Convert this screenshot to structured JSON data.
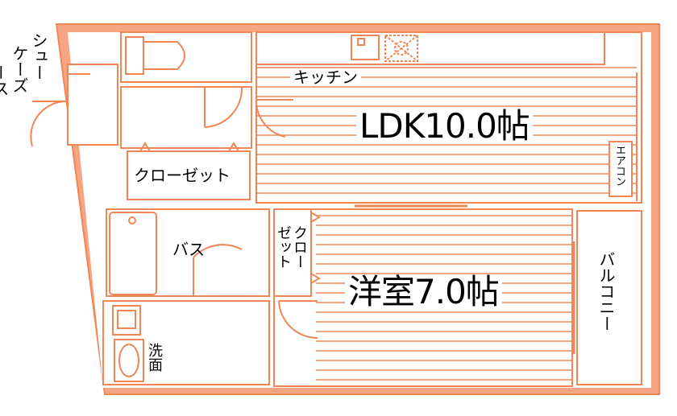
{
  "colors": {
    "line": "#f08556",
    "fill": "#f6a583",
    "paper": "#ffffff",
    "text": "#000000"
  },
  "labels": {
    "shoe_case_col1": "シュー",
    "shoe_case_col2": "ケーズ",
    "shoe_case_col3": "ース",
    "kitchen": "キッチン",
    "ldk": "LDK10.0帖",
    "closet_main": "クローゼット",
    "aircon": "エアコン",
    "bath": "バス",
    "closet_small_col1": "クロー",
    "closet_small_col2": "ゼット",
    "western_room": "洋室7.0帖",
    "balcony": "バルコニー",
    "washroom": "洗面"
  }
}
